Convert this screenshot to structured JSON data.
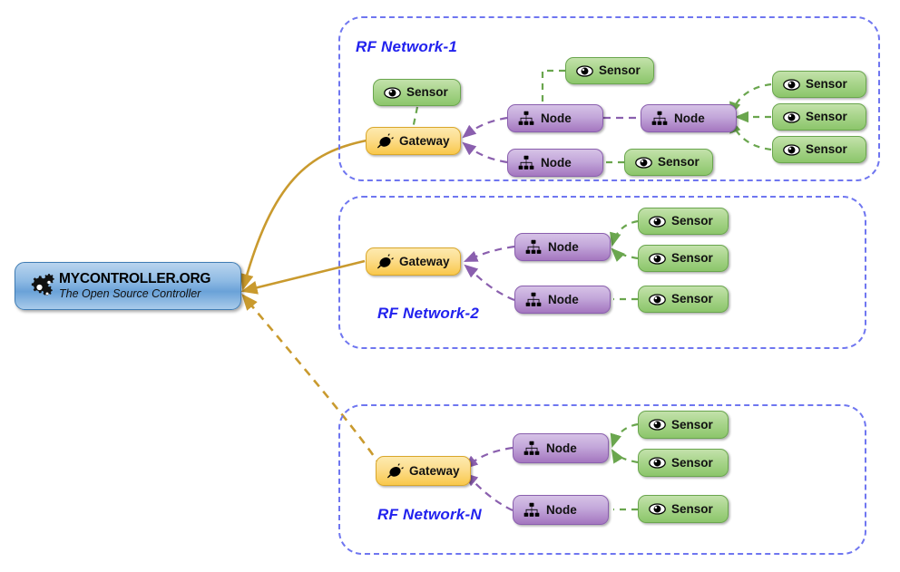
{
  "controller": {
    "title": "MYCONTROLLER.ORG",
    "subtitle": "The Open Source Controller",
    "icon": "gears-icon"
  },
  "networks": [
    {
      "id": "rf-network-1",
      "title": "RF Network-1",
      "gateway": {
        "label": "Gateway",
        "icon": "plug-icon"
      },
      "nodes": [
        {
          "label": "Node",
          "icon": "node-tree-icon"
        },
        {
          "label": "Node",
          "icon": "node-tree-icon"
        },
        {
          "label": "Node",
          "icon": "node-tree-icon"
        }
      ],
      "sensors": [
        {
          "label": "Sensor",
          "icon": "eye-icon"
        },
        {
          "label": "Sensor",
          "icon": "eye-icon"
        },
        {
          "label": "Sensor",
          "icon": "eye-icon"
        },
        {
          "label": "Sensor",
          "icon": "eye-icon"
        },
        {
          "label": "Sensor",
          "icon": "eye-icon"
        },
        {
          "label": "Sensor",
          "icon": "eye-icon"
        }
      ]
    },
    {
      "id": "rf-network-2",
      "title": "RF Network-2",
      "gateway": {
        "label": "Gateway",
        "icon": "plug-icon"
      },
      "nodes": [
        {
          "label": "Node",
          "icon": "node-tree-icon"
        },
        {
          "label": "Node",
          "icon": "node-tree-icon"
        }
      ],
      "sensors": [
        {
          "label": "Sensor",
          "icon": "eye-icon"
        },
        {
          "label": "Sensor",
          "icon": "eye-icon"
        },
        {
          "label": "Sensor",
          "icon": "eye-icon"
        }
      ]
    },
    {
      "id": "rf-network-n",
      "title": "RF Network-N",
      "gateway": {
        "label": "Gateway",
        "icon": "plug-icon"
      },
      "nodes": [
        {
          "label": "Node",
          "icon": "node-tree-icon"
        },
        {
          "label": "Node",
          "icon": "node-tree-icon"
        }
      ],
      "sensors": [
        {
          "label": "Sensor",
          "icon": "eye-icon"
        },
        {
          "label": "Sensor",
          "icon": "eye-icon"
        },
        {
          "label": "Sensor",
          "icon": "eye-icon"
        }
      ]
    }
  ],
  "colors": {
    "network_border": "#6f76f0",
    "network_title": "#2222ee",
    "sensor_fill": "#8cc66b",
    "node_fill": "#a476bf",
    "gateway_fill": "#f9c84b",
    "controller_fill": "#6aa2d8",
    "gateway_link": "#c99a2e",
    "node_link": "#8a5fae",
    "sensor_link": "#6aa64e"
  }
}
